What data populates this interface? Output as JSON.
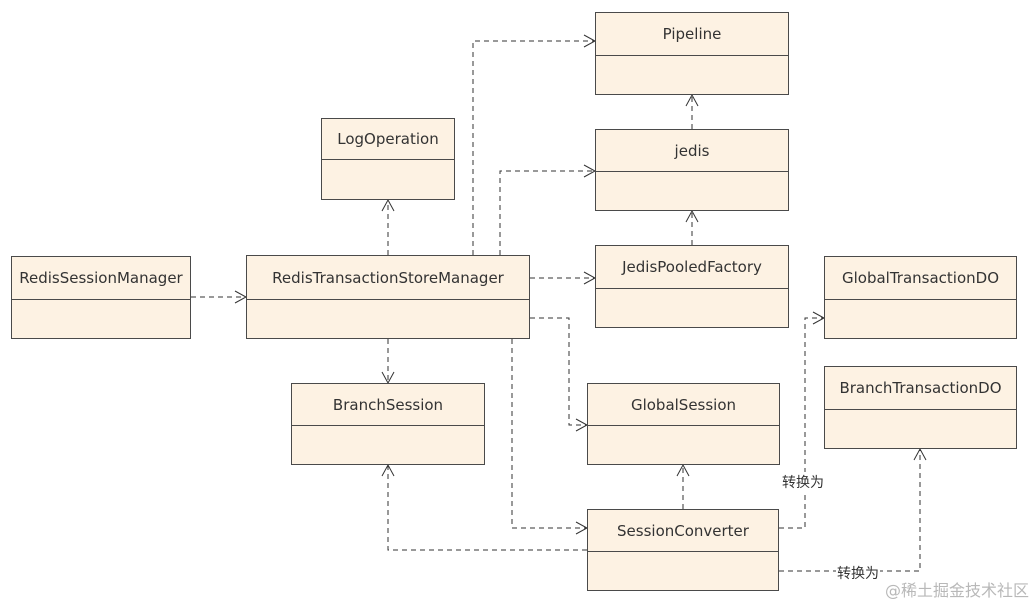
{
  "classes": {
    "pipeline": "Pipeline",
    "jedis": "jedis",
    "jedis_pooled_factory": "JedisPooledFactory",
    "log_operation": "LogOperation",
    "redis_session_manager": "RedisSessionManager",
    "redis_transaction_store_manager": "RedisTransactionStoreManager",
    "branch_session": "BranchSession",
    "global_session": "GlobalSession",
    "session_converter": "SessionConverter",
    "global_transaction_do": "GlobalTransactionDO",
    "branch_transaction_do": "BranchTransactionDO"
  },
  "edge_labels": {
    "to_global_transaction_do": "转换为",
    "to_branch_transaction_do": "转换为"
  },
  "watermark": "@稀土掘金技术社区"
}
